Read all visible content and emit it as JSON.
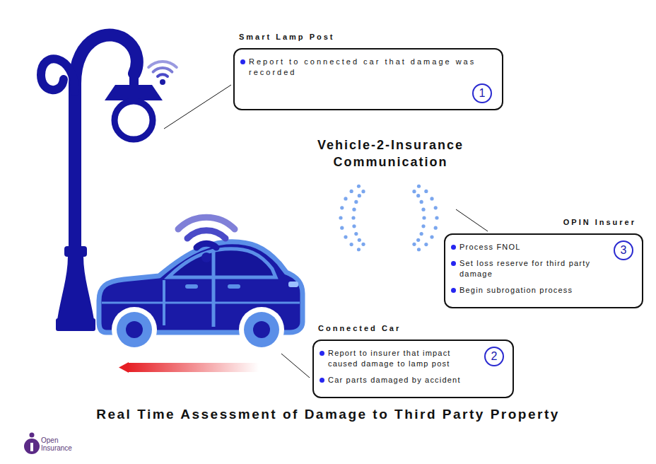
{
  "diagram": {
    "title": "Real Time Assessment of Damage to Third Party Property",
    "nodes": [
      {
        "text": [
          "Smart Lamp Post",
          "Report to connected car that damage was recorded",
          "1"
        ]
      },
      {
        "text": [
          "OPIN Insurer",
          "Process FNOL",
          "Set loss reserve for third party damage",
          "Begin subrogation process",
          "3"
        ]
      },
      {
        "text": [
          "Connected Car",
          "Report to insurer that impact caused damage to lamp post",
          "Car parts damaged by accident",
          "2"
        ]
      }
    ],
    "labels": [
      "Vehicle-2-Insurance Communication",
      "Open Insurance"
    ]
  }
}
